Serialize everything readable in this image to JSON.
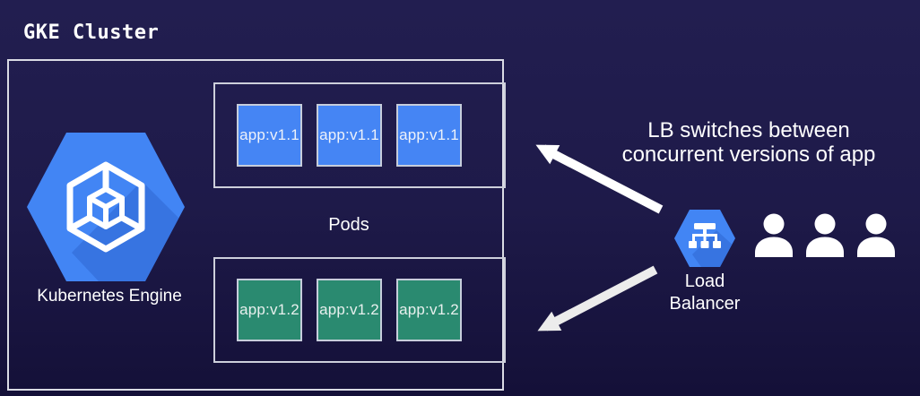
{
  "title": "GKE Cluster",
  "cluster": {
    "engine_label": "Kubernetes Engine",
    "pods_label": "Pods",
    "pod_groups": [
      {
        "version": "v1.1",
        "color": "#4285f4",
        "pods": [
          "app:v1.1",
          "app:v1.1",
          "app:v1.1"
        ]
      },
      {
        "version": "v1.2",
        "color": "#2a8a70",
        "pods": [
          "app:v1.2",
          "app:v1.2",
          "app:v1.2"
        ]
      }
    ]
  },
  "load_balancer": {
    "label": [
      "Load",
      "Balancer"
    ]
  },
  "annotation": {
    "lines": [
      "LB switches between",
      "concurrent versions of app"
    ]
  },
  "users": {
    "count": 3
  },
  "icons": {
    "kubernetes_engine": "hexagon-cube-icon",
    "load_balancer": "hexagon-network-icon",
    "user": "person-icon",
    "arrows": [
      "arrow-to-pods-v1.1",
      "arrow-to-pods-v1.2"
    ]
  },
  "colors": {
    "background": "#1e1a49",
    "hexagon_blue": "#4285f4",
    "pod_v1_1": "#4285f4",
    "pod_v1_2": "#2a8a70",
    "border_light": "#dadbe4",
    "text": "#ffffff"
  }
}
